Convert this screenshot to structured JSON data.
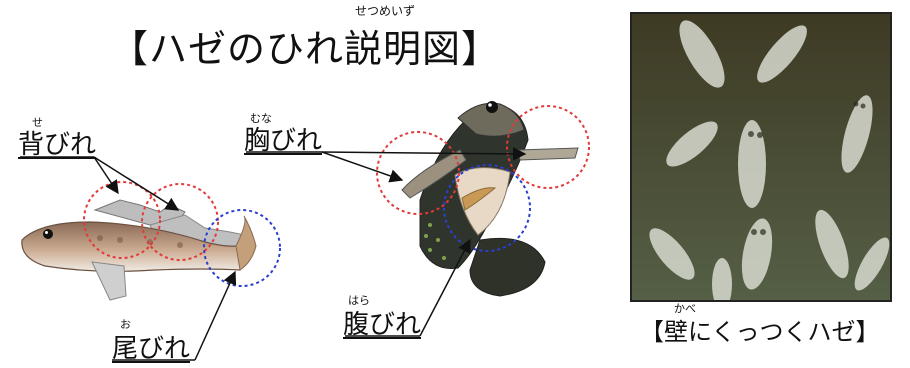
{
  "title": "【ハゼのひれ説明図】",
  "title_ruby": "せつめいず",
  "labels": {
    "dorsal": {
      "text": "背びれ",
      "ruby": "せ"
    },
    "pectoral": {
      "text": "胸びれ",
      "ruby": "むな"
    },
    "ventral": {
      "text": "腹びれ",
      "ruby": "はら"
    },
    "caudal": {
      "text": "尾びれ",
      "ruby": "お"
    }
  },
  "photo_caption": "【壁にくっつくハゼ】",
  "photo_caption_ruby": "かべ",
  "colors": {
    "circle_red": "#e23a3a",
    "circle_blue": "#2a3fd1",
    "arrow": "#111111"
  }
}
